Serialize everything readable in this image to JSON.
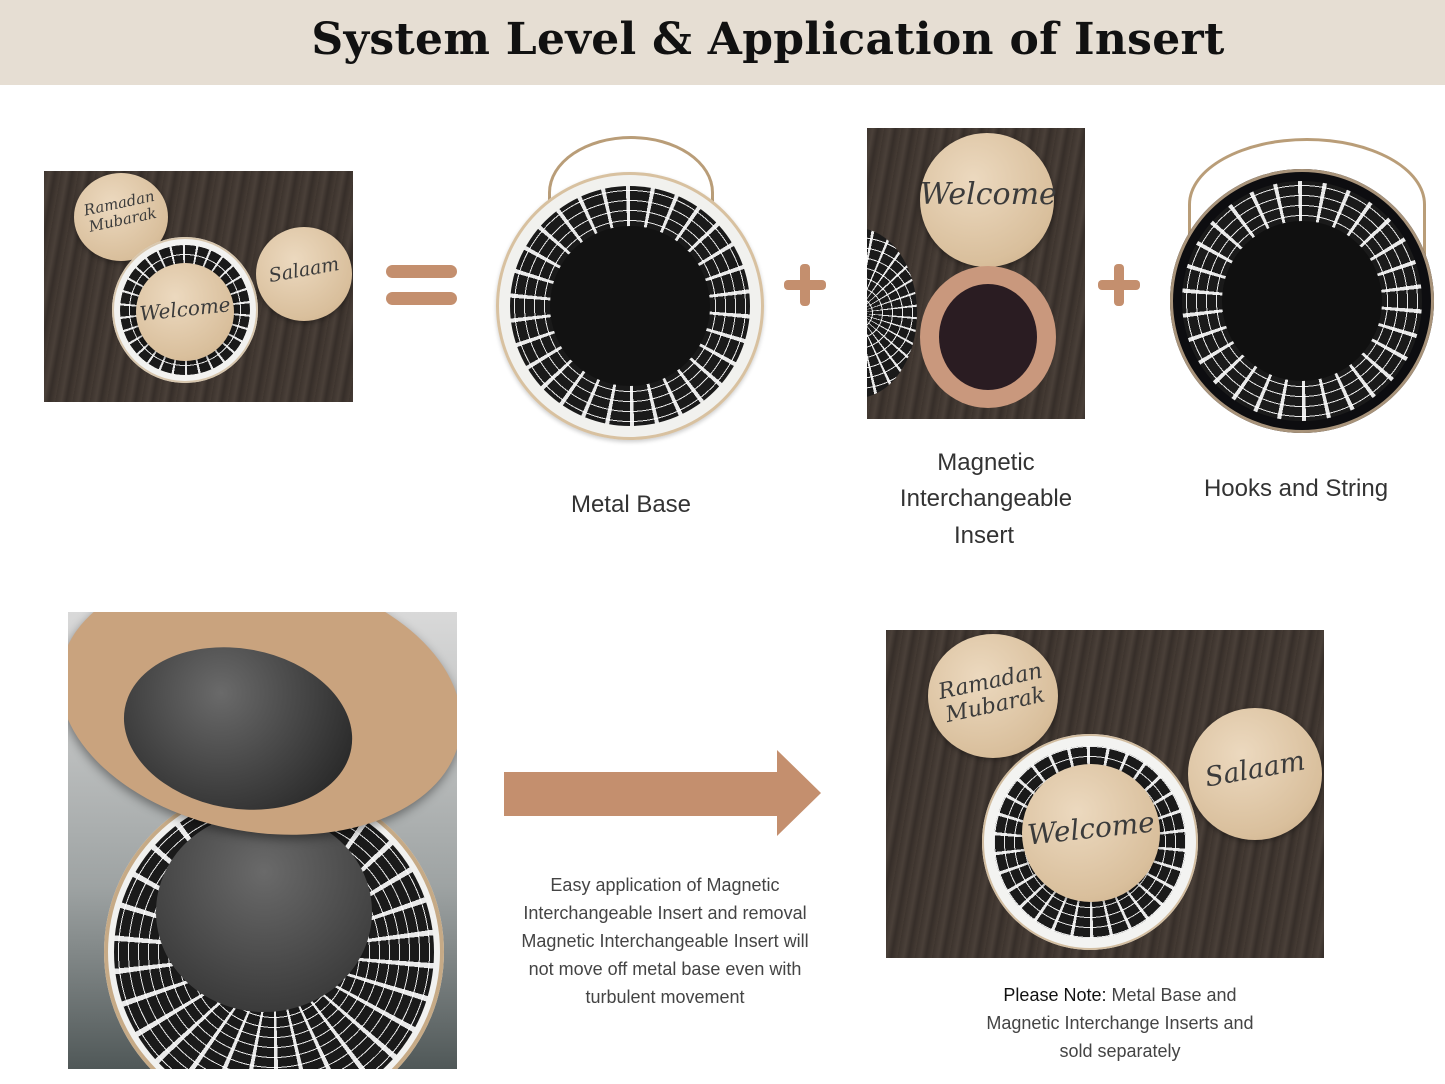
{
  "header": {
    "title": "System Level & Application of Insert"
  },
  "photo_signs": {
    "left": "Ramadan\nMubarak",
    "center": "Welcome",
    "right": "Salaam"
  },
  "labels": {
    "metal_base": "Metal Base",
    "insert_line1": "Magnetic",
    "insert_line2": "Interchangeable",
    "insert_line3": "Insert",
    "hooks": "Hooks and String"
  },
  "photo_insert_sign": "Welcome",
  "application": {
    "line1": "Easy application of Magnetic",
    "line2": "Interchangeable Insert and removal",
    "line3": "Magnetic Interchangeable Insert  will",
    "line4": "not move off metal base even with",
    "line5": "turbulent movement"
  },
  "note": {
    "bold": "Please Note:",
    "line1_rest": " Metal Base and",
    "line2": "Magnetic Interchange Inserts  and",
    "line3": "sold separately"
  },
  "colors": {
    "banner": "#e6ded3",
    "operator": "#c48f6e"
  }
}
